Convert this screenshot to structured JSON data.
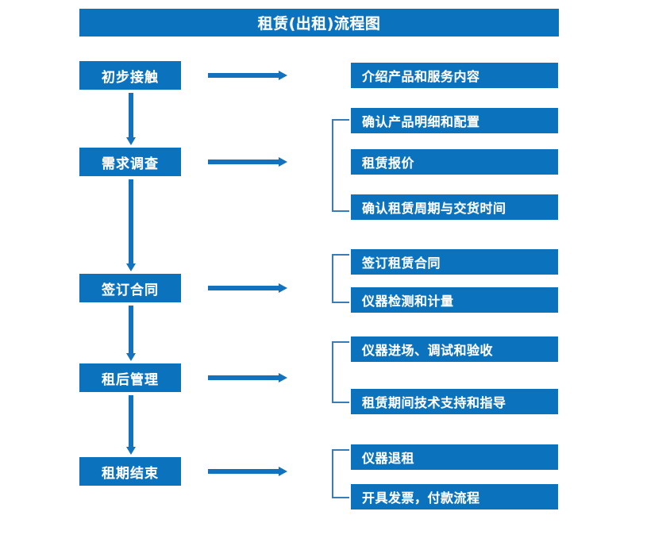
{
  "title": "租赁(出租)流程图",
  "colors": {
    "box_blue": "#0B72BE",
    "arrow_blue": "#1272BD",
    "bracket_blue": "#3A7CB8",
    "text_white": "#FFFFFF",
    "background": "#FFFFFF"
  },
  "stages": [
    {
      "label": "初步接触"
    },
    {
      "label": "需求调查"
    },
    {
      "label": "签订合同"
    },
    {
      "label": "租后管理"
    },
    {
      "label": "租期结束"
    }
  ],
  "details": [
    {
      "label": "介绍产品和服务内容"
    },
    {
      "label": "确认产品明细和配置"
    },
    {
      "label": "租赁报价"
    },
    {
      "label": "确认租赁周期与交货时间"
    },
    {
      "label": "签订租赁合同"
    },
    {
      "label": "仪器检测和计量"
    },
    {
      "label": "仪器进场、调试和验收"
    },
    {
      "label": "租赁期间技术支持和指导"
    },
    {
      "label": "仪器退租"
    },
    {
      "label": "开具发票，付款流程"
    }
  ],
  "connections": {
    "down_arrow_count": 4,
    "right_arrow_count": 5,
    "bracket_count": 4
  }
}
